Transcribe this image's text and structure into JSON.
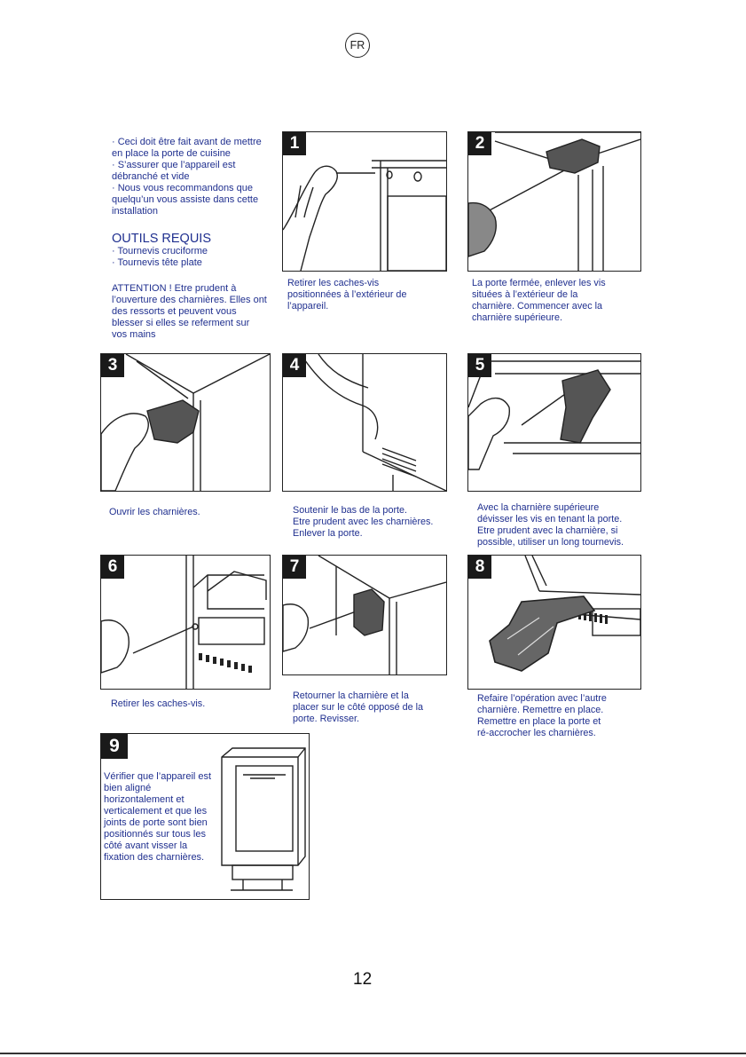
{
  "header": {
    "lang": "FR"
  },
  "intro": {
    "bullets": [
      "· Ceci doit être fait avant de mettre en place la porte de cuisine",
      "· S’assurer que l’appareil est débranché et vide",
      "· Nous vous recommandons que quelqu’un vous assiste dans cette installation"
    ],
    "tools_title": "OUTILS REQUIS",
    "tools": [
      "· Tournevis cruciforme",
      "· Tournevis tête plate"
    ],
    "warning": "ATTENTION ! Etre prudent à l’ouverture des charnières. Elles ont des ressorts et peuvent vous blesser si elles se referment sur vos mains"
  },
  "steps": [
    {
      "num": "1",
      "caption": "Retirer les caches-vis\npositionnées à l’extérieur de\nl’appareil."
    },
    {
      "num": "2",
      "caption": "La porte fermée, enlever les vis\nsituées à l’extérieur de la\ncharnière. Commencer avec la\ncharnière supérieure."
    },
    {
      "num": "3",
      "caption": "Ouvrir les charnières."
    },
    {
      "num": "4",
      "caption": "Soutenir le bas de la porte.\nEtre prudent avec les charnières.\nEnlever la porte."
    },
    {
      "num": "5",
      "caption": "Avec la charnière    supérieure\ndévisser les vis en tenant la porte.\nEtre prudent avec la charnière, si\npossible, utiliser un long tournevis."
    },
    {
      "num": "6",
      "caption": "Retirer les caches-vis."
    },
    {
      "num": "7",
      "caption": "Retourner la charnière et la\nplacer sur le côté opposé de la\nporte. Revisser."
    },
    {
      "num": "8",
      "caption": "Refaire l’opération avec l’autre\ncharnière. Remettre en place.\nRemettre en place la porte et\nré-accrocher les charnières."
    },
    {
      "num": "9",
      "caption": "Vérifier que l’appareil est bien aligné horizontalement et verticalement et que les joints de porte sont bien positionnés sur tous les côté avant visser la fixation des charnières."
    }
  ],
  "footer": {
    "page_number": "12"
  },
  "colors": {
    "text_blue": "#1f2f8f",
    "badge_black": "#1a1a1a",
    "hinge_grey": "#555555"
  }
}
